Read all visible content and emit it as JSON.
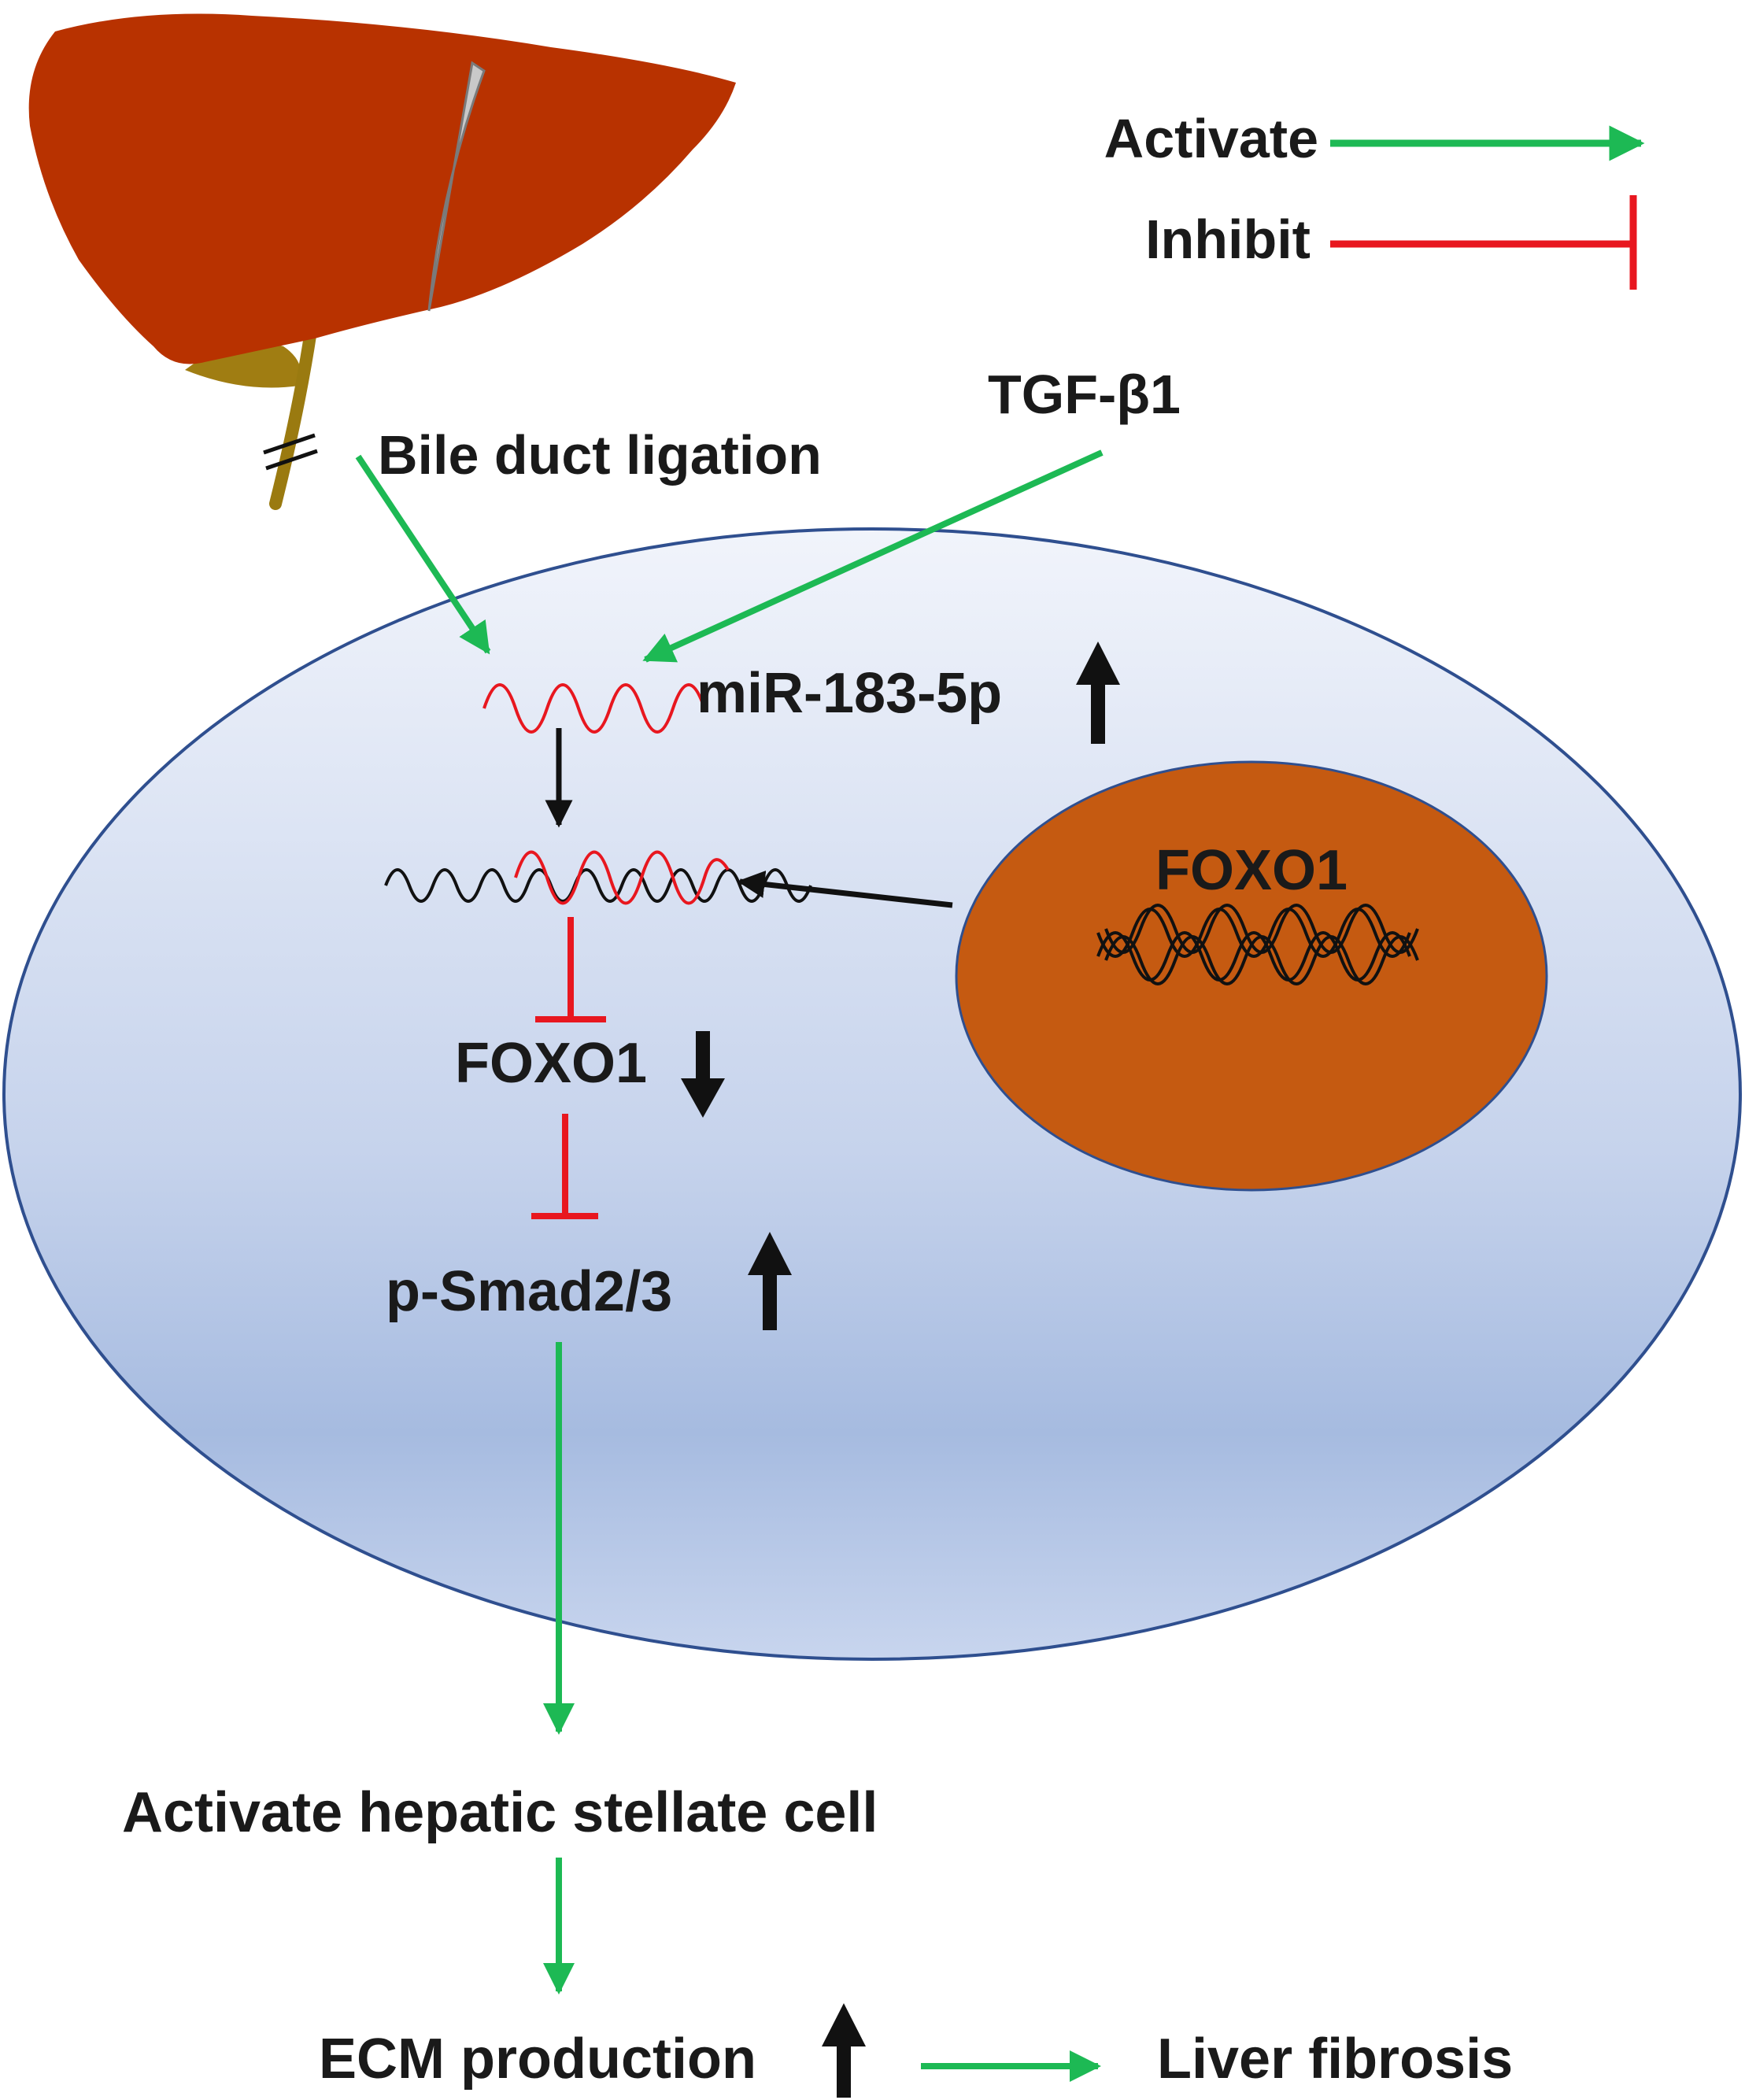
{
  "legend": {
    "activate_label": "Activate",
    "inhibit_label": "Inhibit"
  },
  "labels": {
    "bile_duct_ligation": "Bile duct ligation",
    "tgf_beta1": "TGF-β1",
    "mirna": "miR-183-5p",
    "nucleus_gene": "FOXO1",
    "foxo1": "FOXO1",
    "p_smad": "p-Smad2/3",
    "activate_hsc": "Activate hepatic stellate cell",
    "ecm_production": "ECM production",
    "liver_fibrosis": "Liver fibrosis"
  },
  "colors": {
    "activate": "#1db954",
    "inhibit": "#e8171f",
    "neutral": "#111111",
    "liver": "#b83200",
    "gallbladder": "#9a7a10",
    "cell_fill_top": "#eef2fa",
    "cell_fill_bottom": "#9fb4dc",
    "cell_outline": "#2f4f8f",
    "nucleus": "#c55a11"
  },
  "icons": {
    "up_arrow": "up-arrow-icon",
    "down_arrow": "down-arrow-icon",
    "mirna_wave": "mirna-wave-icon",
    "mrna_wave": "mrna-wave-icon",
    "dna_helix": "dna-helix-icon",
    "liver": "liver-icon"
  }
}
